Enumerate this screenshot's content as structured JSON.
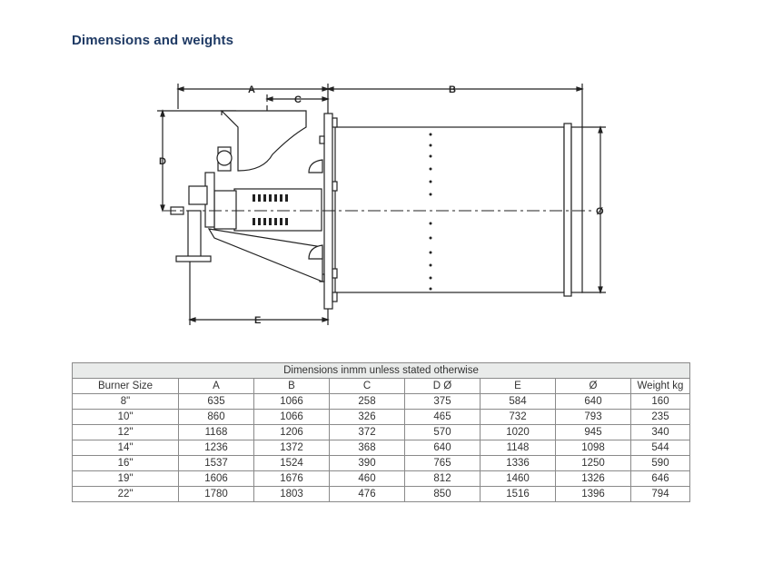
{
  "heading": "Dimensions and weights",
  "drawing": {
    "labels": {
      "a": "A",
      "b": "B",
      "c": "C",
      "d": "D",
      "e": "E",
      "diameter": "Ø"
    }
  },
  "table": {
    "caption": "Dimensions inmm unless stated otherwise",
    "columns": [
      "Burner Size",
      "A",
      "B",
      "C",
      "D Ø",
      "E",
      "Ø",
      "Weight  kg"
    ],
    "rows": [
      [
        "8\"",
        "635",
        "1066",
        "258",
        "375",
        "584",
        "640",
        "160"
      ],
      [
        "10\"",
        "860",
        "1066",
        "326",
        "465",
        "732",
        "793",
        "235"
      ],
      [
        "12\"",
        "1168",
        "1206",
        "372",
        "570",
        "1020",
        "945",
        "340"
      ],
      [
        "14\"",
        "1236",
        "1372",
        "368",
        "640",
        "1148",
        "1098",
        "544"
      ],
      [
        "16\"",
        "1537",
        "1524",
        "390",
        "765",
        "1336",
        "1250",
        "590"
      ],
      [
        "19\"",
        "1606",
        "1676",
        "460",
        "812",
        "1460",
        "1326",
        "646"
      ],
      [
        "22\"",
        "1780",
        "1803",
        "476",
        "850",
        "1516",
        "1396",
        "794"
      ]
    ]
  }
}
